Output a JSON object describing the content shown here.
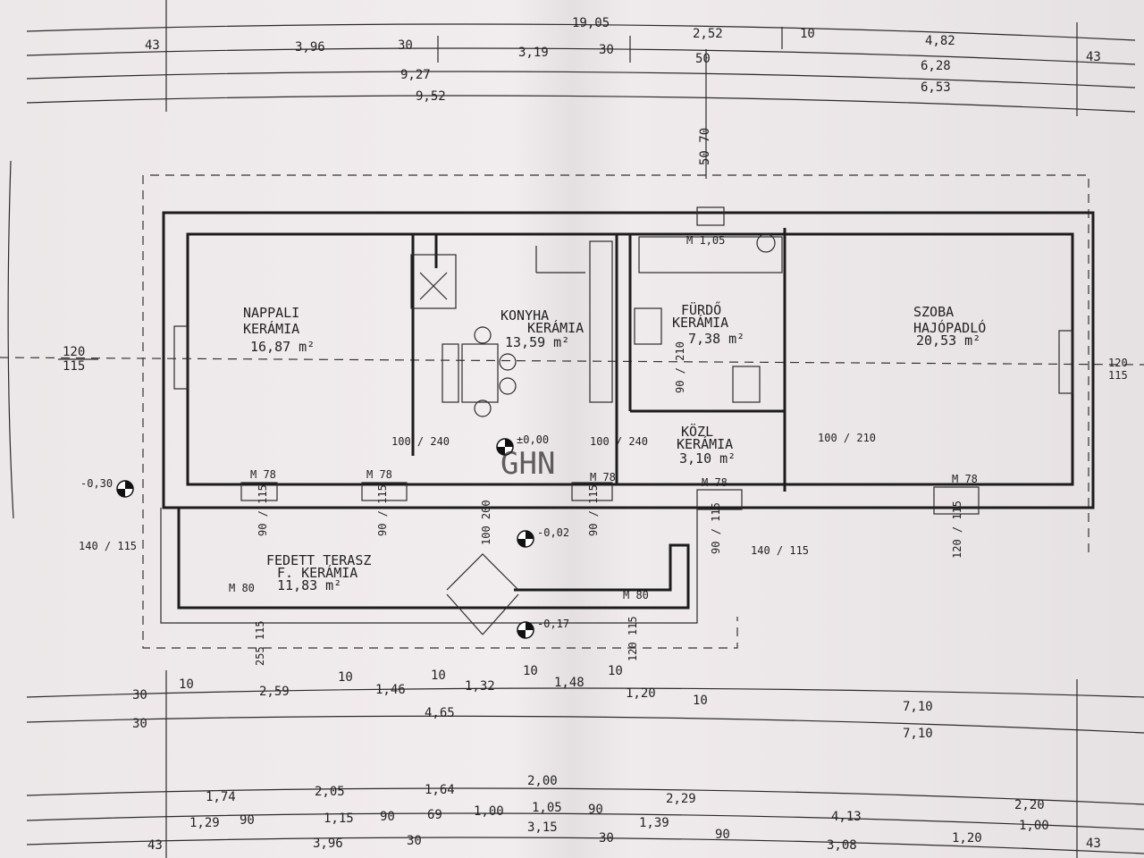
{
  "top_dims": {
    "r1_total": "19,05",
    "r2": [
      "43",
      "3,96",
      "30",
      "3,19",
      "30",
      "2,52",
      "10",
      "4,82"
    ],
    "r2_vert": "50",
    "r3": [
      "9,27",
      "6,28",
      "43"
    ],
    "r4": [
      "9,52",
      "6,53"
    ],
    "vert_top": "50 70"
  },
  "rooms": {
    "nappali": {
      "name": "NAPPALI",
      "floor": "KERÁMIA",
      "area": "16,87 m²"
    },
    "konyha": {
      "name": "KONYHA",
      "floor": "KERÁMIA",
      "area": "13,59 m²"
    },
    "furdo": {
      "name": "FÜRDŐ",
      "floor": "KERÁMIA",
      "area": "7,38 m²"
    },
    "szoba": {
      "name": "SZOBA",
      "floor": "HAJÓPADLÓ",
      "area": "20,53 m²"
    },
    "kozl": {
      "name": "KÖZL",
      "floor": "KERÁMIA",
      "area": "3,10 m²"
    },
    "terasz": {
      "name": "FEDETT TERASZ",
      "floor": "F. KERÁMIA",
      "area": "11,83 m²"
    }
  },
  "openings": {
    "m78": "M 78",
    "m80": "M 80",
    "m105": "M 1,05",
    "d90_115": "90 / 115",
    "d100_240": "100 / 240",
    "d100_210": "100 / 210",
    "d120_115": "120 / 115",
    "d140_115": "140 / 115",
    "d90_210": "90 / 210",
    "d100_200": "100 200",
    "d120_115b": "120 115",
    "d255_115": "255 115"
  },
  "levels": {
    "l0": "±0,00",
    "l1": "-0,30",
    "l2": "-0,02",
    "l3": "-0,17"
  },
  "bottom_dims": {
    "r1": [
      "30",
      "10",
      "2,59",
      "10",
      "1,46",
      "10",
      "1,32",
      "10",
      "1,48",
      "10",
      "1,20",
      "10",
      "7,10"
    ],
    "r1b": "4,65",
    "r2": [
      "30",
      "7,10"
    ],
    "r3": [
      "1,74",
      "2,05",
      "1,64",
      "2,00",
      "2,29",
      "2,20"
    ],
    "r4": [
      "1,29",
      "90",
      "1,15",
      "90",
      "69",
      "1,00",
      "1,05",
      "90",
      "1,39",
      "90",
      "4,13",
      "1,00"
    ],
    "r5": [
      "43",
      "3,96",
      "30",
      "3,15",
      "30",
      "3,08",
      "1,20",
      "43"
    ]
  },
  "watermark": "GHN"
}
